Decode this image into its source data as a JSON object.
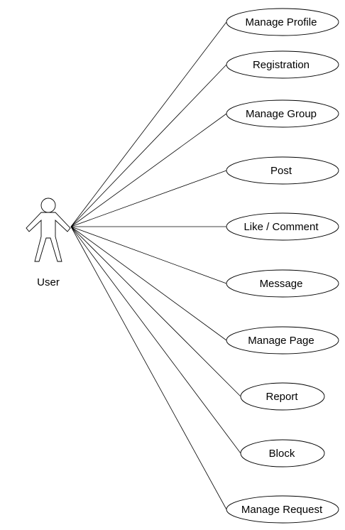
{
  "actor": {
    "label": "User"
  },
  "use_cases": [
    {
      "label": "Manage Profile"
    },
    {
      "label": "Registration"
    },
    {
      "label": "Manage Group"
    },
    {
      "label": "Post"
    },
    {
      "label": "Like / Comment"
    },
    {
      "label": "Message"
    },
    {
      "label": "Manage Page"
    },
    {
      "label": "Report"
    },
    {
      "label": "Block"
    },
    {
      "label": "Manage Request"
    }
  ],
  "colors": {
    "line": "#000000",
    "background": "#ffffff"
  }
}
